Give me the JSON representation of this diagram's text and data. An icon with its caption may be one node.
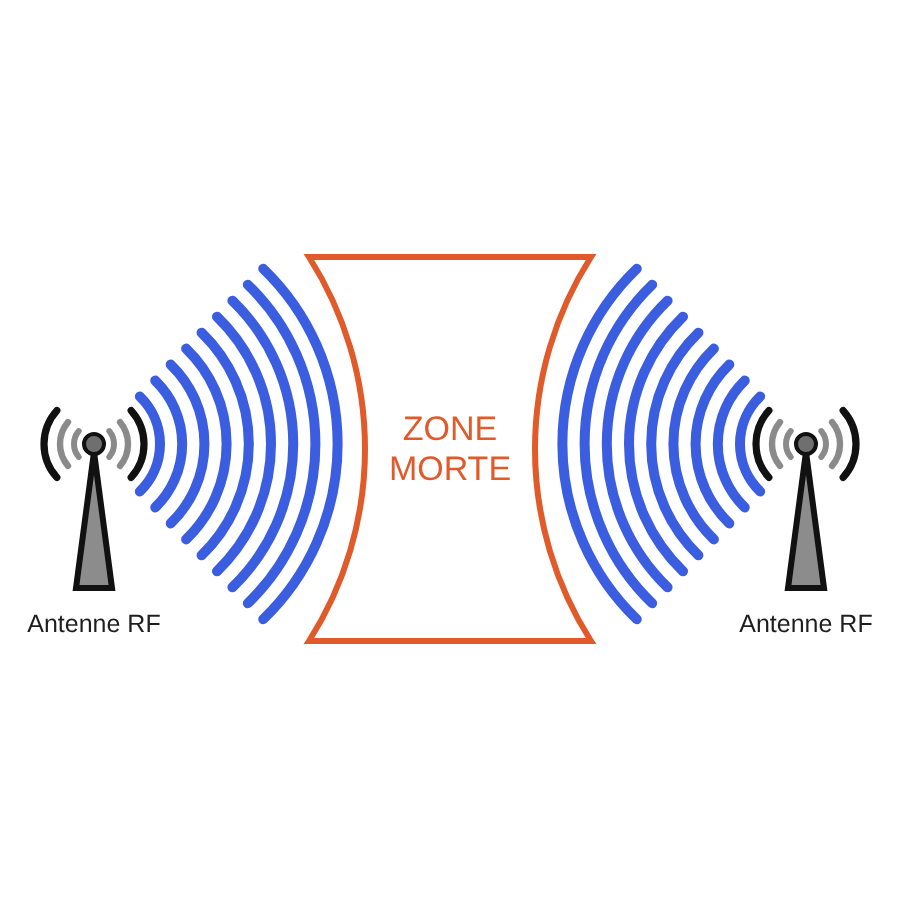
{
  "diagram": {
    "nodes": [
      {
        "text": [
          "ZONE MORTE"
        ]
      }
    ],
    "labels": [
      "Antenne RF",
      "Antenne RF"
    ]
  }
}
